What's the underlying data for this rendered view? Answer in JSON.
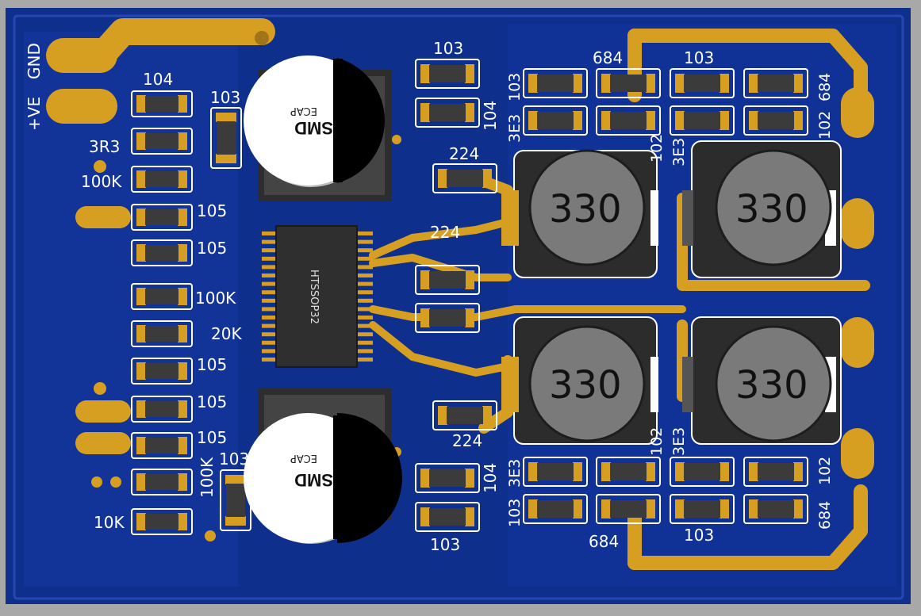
{
  "board": {
    "colors": {
      "background": "#a8a8a8",
      "substrate": "#0e2f8c",
      "copper_pour": "#1a3fa3",
      "gold": "#d79f21",
      "silkscreen": "#ffffff",
      "component_body": "#3b3b3b"
    }
  },
  "labels": {
    "pwr_gnd": "GND",
    "pwr_ve": "+VE",
    "r_104": "104",
    "c_103_a": "103",
    "r_3r3": "3R3",
    "r_100k_a": "100K",
    "r_105_a": "105",
    "r_105_b": "105",
    "r_100k_b": "100K",
    "r_20k": "20K",
    "r_105_c": "105",
    "r_105_d": "105",
    "r_105_e": "105",
    "r_100k_c": "100K",
    "c_103_b": "103",
    "r_10k": "10K",
    "c_103_top": "103",
    "c_104_top": "104",
    "c_224_a": "224",
    "c_224_b": "224",
    "c_224_c": "224",
    "c_104_bot": "104",
    "c_103_bot": "103",
    "top_3e3": "3E3",
    "top_103": "103",
    "top_684": "684",
    "top_103_b": "103",
    "top_684_b": "684",
    "top_102": "102",
    "top_102_b": "102",
    "top_3e3_b": "3E3",
    "bot_3e3": "3E3",
    "bot_103": "103",
    "bot_102": "102",
    "bot_3e3_b": "3E3",
    "bot_102_b": "102",
    "bot_684": "684",
    "bot_684_b": "684",
    "bot_103_b": "103",
    "ic": "HTSSOP32",
    "ecap_text": "ECAP",
    "smd_text": "SMD",
    "inductor_1": "330",
    "inductor_2": "330",
    "inductor_3": "330",
    "inductor_4": "330"
  }
}
